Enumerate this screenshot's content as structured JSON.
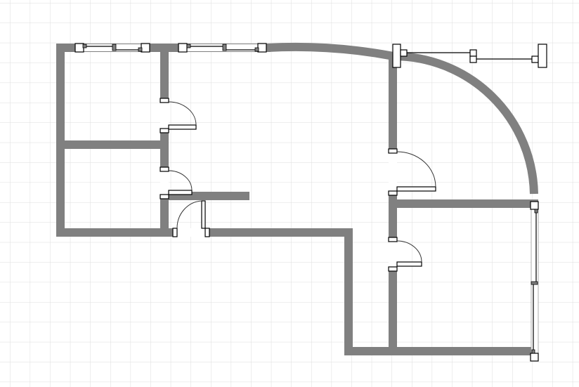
{
  "diagram": {
    "type": "floor-plan",
    "colors": {
      "wall": "#808080",
      "grid": "#dddddd",
      "background": "#ffffff",
      "outline": "#000000"
    },
    "counts": {
      "doors": 5,
      "windows": 4
    }
  }
}
